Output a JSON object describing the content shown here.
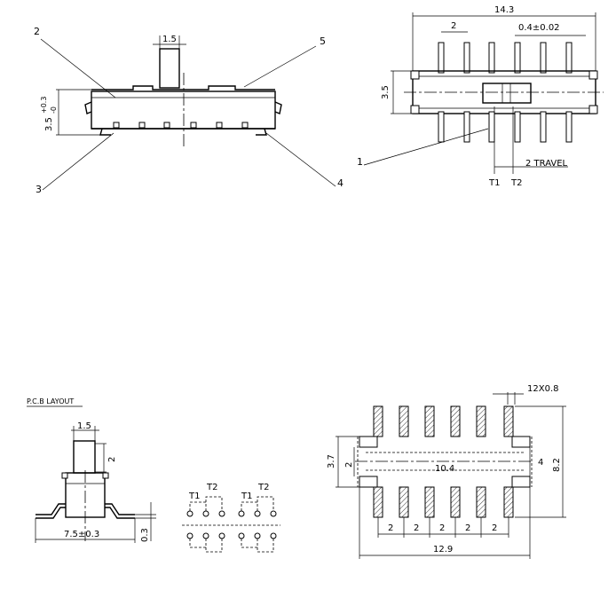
{
  "side_view": {
    "callouts": [
      "2",
      "5",
      "3",
      "4"
    ],
    "dims": {
      "top_width": "1.5",
      "height": "3.5",
      "height_tol_plus": "+0.3",
      "height_tol_minus": "-0"
    }
  },
  "top_view": {
    "callouts": [
      "1"
    ],
    "dims": {
      "overall": "14.3",
      "pitch": "2",
      "pin_width": "0.4±0.02",
      "height": "3.5",
      "travel": "2 TRAVEL"
    },
    "positions": [
      "T1",
      "T2"
    ]
  },
  "pcb_section": {
    "title": "P.C.B LAYOUT"
  },
  "end_view": {
    "dims": {
      "top_width": "1.5",
      "knob_height": "2",
      "width": "7.5±0.3",
      "lead_thickness": "0.3"
    }
  },
  "schematic": {
    "labels": [
      "T1",
      "T2",
      "T1",
      "T2"
    ]
  },
  "footprint": {
    "dims": {
      "pad": "12X0.8",
      "height_outer": "3.7",
      "height_inner": "2",
      "span": "10.4",
      "gap": "4",
      "overall_height": "8.2",
      "pitch": [
        "2",
        "2",
        "2",
        "2",
        "2"
      ],
      "width": "12.9"
    }
  }
}
